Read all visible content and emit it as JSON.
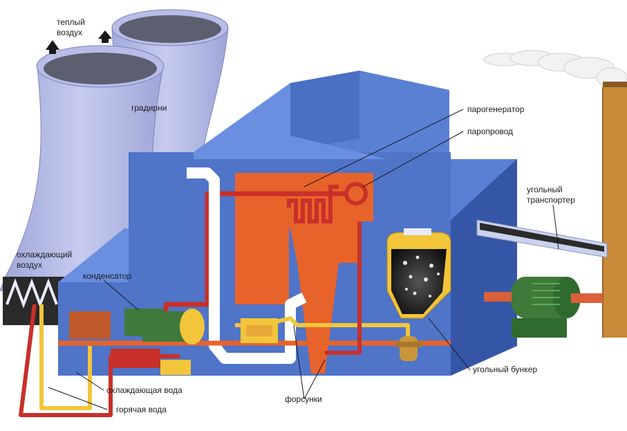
{
  "labels": {
    "warm_air": [
      "теплый",
      "воздух"
    ],
    "cooling_towers": "градирни",
    "cooling_air": [
      "охлаждающий",
      "воздух"
    ],
    "condenser": "конденсатор",
    "steam_generator": "парогенератор",
    "steam_pipe": "паропровод",
    "coal_conveyor": [
      "угольный",
      "транспортер"
    ],
    "coal_bunker": "угольный бункер",
    "cooling_water": "охлаждающая вода",
    "hot_water": "горячая вода",
    "burners": "форсунки"
  },
  "colors": {
    "tower": "#b8bfe6",
    "building": "#4f74c8",
    "boiler": "#e8632a",
    "hot_pipe": "#c8302a",
    "cold_pipe": "#f2c53a",
    "condenser": "#3f7a3a",
    "chimney": "#c98a3a"
  }
}
